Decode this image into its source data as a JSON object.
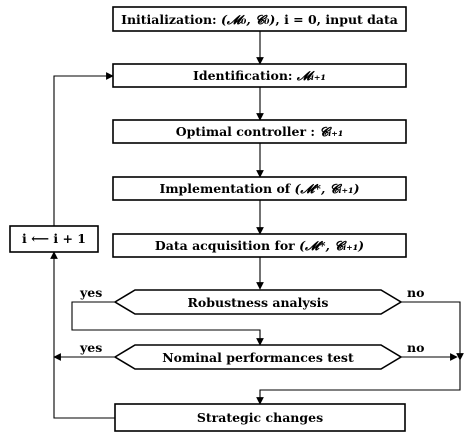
{
  "diagram": {
    "nodes": {
      "init": {
        "text": "Initialization: ",
        "math": "(𝓜₀, 𝓒₀)",
        "tail": ",  i = 0, input data"
      },
      "identification": {
        "text": "Identification: ",
        "math": "𝓜ᵢ₊₁"
      },
      "controller": {
        "text": "Optimal controller : ",
        "math": "𝓒ᵢ₊₁"
      },
      "implementation": {
        "text": "Implementation of ",
        "math": "(𝓜*, 𝓒ᵢ₊₁)"
      },
      "acquisition": {
        "text": "Data acquisition for ",
        "math": "(𝓜*, 𝓒ᵢ₊₁)"
      },
      "robustness": {
        "text": "Robustness analysis"
      },
      "nominal": {
        "text": "Nominal performances test"
      },
      "strategic": {
        "text": "Strategic changes"
      },
      "increment": {
        "text": "i ⟵ i + 1"
      }
    },
    "branches": {
      "robust_yes": "yes",
      "robust_no": "no",
      "nominal_yes": "yes",
      "nominal_no": "no"
    }
  }
}
